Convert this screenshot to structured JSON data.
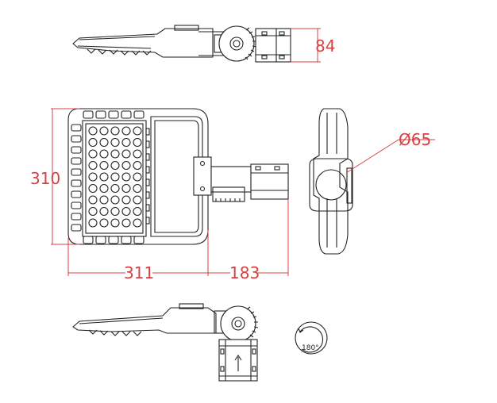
{
  "dimensions": {
    "mount_height": "84",
    "height": "310",
    "width": "311",
    "bracket_length": "183",
    "mount_diameter": "Ø65"
  },
  "rotation": {
    "label": "180°"
  },
  "colors": {
    "line": "#222222",
    "dimension": "#d94040"
  }
}
